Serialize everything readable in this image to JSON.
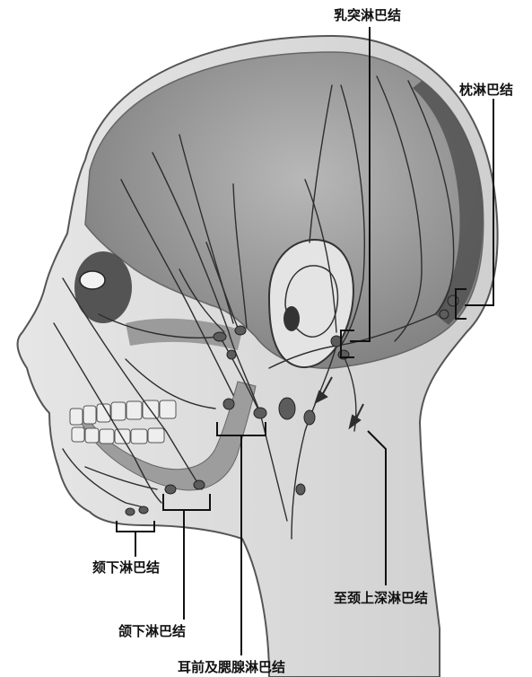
{
  "labels": {
    "mastoid": "乳突淋巴结",
    "occipital": "枕淋巴结",
    "submental": "颏下淋巴结",
    "submandibular": "颌下淋巴结",
    "preauricular_parotid": "耳前及腮腺淋巴结",
    "to_deep_cervical": "至颈上深淋巴结"
  },
  "colors": {
    "background": "#ffffff",
    "skin": "#d9d9d9",
    "skull": "#9a9a9a",
    "vessel": "#333333",
    "node": "#666666",
    "text": "#111111"
  }
}
